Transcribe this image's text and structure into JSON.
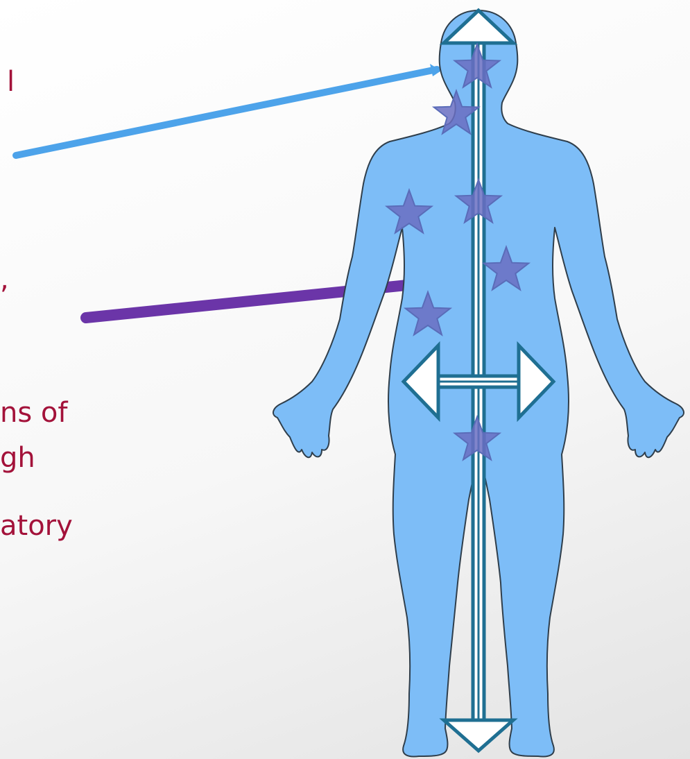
{
  "slide_text_fragments": [
    {
      "id": "frag-1",
      "text": "l"
    },
    {
      "id": "frag-2",
      "text": ","
    },
    {
      "id": "frag-3",
      "text": "ns of"
    },
    {
      "id": "frag-4",
      "text": "gh"
    },
    {
      "id": "frag-5",
      "text": "atory"
    }
  ],
  "colors": {
    "text": "#a3123a",
    "body_fill": "#7dbdf7",
    "body_stroke": "#2f3e4b",
    "axis_stroke": "#1f6f92",
    "axis_fill": "#ffffff",
    "star_fill": "#6a6fc2",
    "star_stroke": "#5a6cb8",
    "pointer_blue": "#4da3ea",
    "pointer_purple": "#6b35a8"
  },
  "icons": {
    "figure": "human-body-silhouette-icon",
    "star": "star-icon",
    "arrow": "double-headed-arrow-icon"
  }
}
